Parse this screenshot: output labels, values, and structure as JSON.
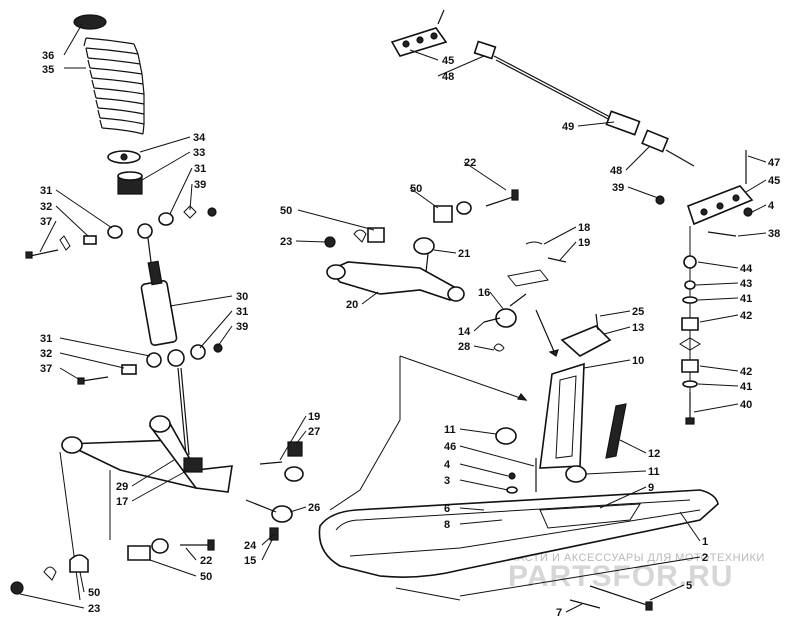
{
  "callouts": [
    {
      "id": "c36",
      "text": "36"
    },
    {
      "id": "c35",
      "text": "35"
    },
    {
      "id": "c34",
      "text": "34"
    },
    {
      "id": "c33",
      "text": "33"
    },
    {
      "id": "c31a",
      "text": "31"
    },
    {
      "id": "c39a",
      "text": "39"
    },
    {
      "id": "c31b",
      "text": "31"
    },
    {
      "id": "c32a",
      "text": "32"
    },
    {
      "id": "c37a",
      "text": "37"
    },
    {
      "id": "c30",
      "text": "30"
    },
    {
      "id": "c31c",
      "text": "31"
    },
    {
      "id": "c39b",
      "text": "39"
    },
    {
      "id": "c31d",
      "text": "31"
    },
    {
      "id": "c32b",
      "text": "32"
    },
    {
      "id": "c37b",
      "text": "37"
    },
    {
      "id": "c29",
      "text": "29"
    },
    {
      "id": "c17",
      "text": "17"
    },
    {
      "id": "c19a",
      "text": "19"
    },
    {
      "id": "c27",
      "text": "27"
    },
    {
      "id": "c26",
      "text": "26"
    },
    {
      "id": "c24",
      "text": "24"
    },
    {
      "id": "c15",
      "text": "15"
    },
    {
      "id": "c22a",
      "text": "22"
    },
    {
      "id": "c50a",
      "text": "50"
    },
    {
      "id": "c50b",
      "text": "50"
    },
    {
      "id": "c23a",
      "text": "23"
    },
    {
      "id": "c45a",
      "text": "45"
    },
    {
      "id": "c48a",
      "text": "48"
    },
    {
      "id": "c49",
      "text": "49"
    },
    {
      "id": "c48b",
      "text": "48"
    },
    {
      "id": "c47",
      "text": "47"
    },
    {
      "id": "c45b",
      "text": "45"
    },
    {
      "id": "c39c",
      "text": "39"
    },
    {
      "id": "c4a",
      "text": "4"
    },
    {
      "id": "c38",
      "text": "38"
    },
    {
      "id": "c22b",
      "text": "22"
    },
    {
      "id": "c50c",
      "text": "50"
    },
    {
      "id": "c50d",
      "text": "50"
    },
    {
      "id": "c23b",
      "text": "23"
    },
    {
      "id": "c21",
      "text": "21"
    },
    {
      "id": "c20",
      "text": "20"
    },
    {
      "id": "c18",
      "text": "18"
    },
    {
      "id": "c19b",
      "text": "19"
    },
    {
      "id": "c16",
      "text": "16"
    },
    {
      "id": "c14",
      "text": "14"
    },
    {
      "id": "c28",
      "text": "28"
    },
    {
      "id": "c25",
      "text": "25"
    },
    {
      "id": "c13",
      "text": "13"
    },
    {
      "id": "c10",
      "text": "10"
    },
    {
      "id": "c44",
      "text": "44"
    },
    {
      "id": "c43",
      "text": "43"
    },
    {
      "id": "c41a",
      "text": "41"
    },
    {
      "id": "c42a",
      "text": "42"
    },
    {
      "id": "c42b",
      "text": "42"
    },
    {
      "id": "c41b",
      "text": "41"
    },
    {
      "id": "c40",
      "text": "40"
    },
    {
      "id": "c11a",
      "text": "11"
    },
    {
      "id": "c46",
      "text": "46"
    },
    {
      "id": "c12",
      "text": "12"
    },
    {
      "id": "c4b",
      "text": "4"
    },
    {
      "id": "c11b",
      "text": "11"
    },
    {
      "id": "c3",
      "text": "3"
    },
    {
      "id": "c9",
      "text": "9"
    },
    {
      "id": "c6",
      "text": "6"
    },
    {
      "id": "c8",
      "text": "8"
    },
    {
      "id": "c1",
      "text": "1"
    },
    {
      "id": "c2",
      "text": "2"
    },
    {
      "id": "c5",
      "text": "5"
    },
    {
      "id": "c7",
      "text": "7"
    }
  ],
  "watermark": {
    "tagline": "ЗАПЧАСТИ И АКСЕССУАРЫ ДЛЯ МОТОТЕХНИКИ",
    "logo": "PARTSFOR.RU"
  }
}
